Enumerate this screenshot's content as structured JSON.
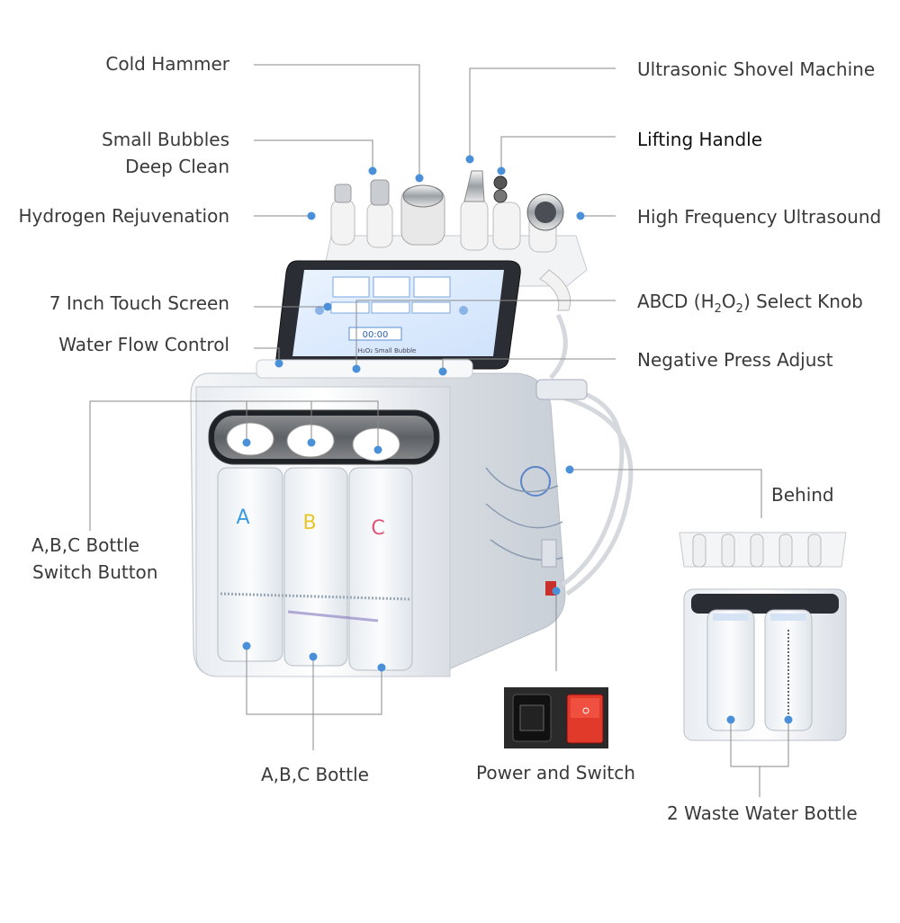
{
  "labels": {
    "cold_hammer": "Cold Hammer",
    "ultrasonic_shovel": "Ultrasonic Shovel Machine",
    "small_bubbles_1": "Small Bubbles",
    "small_bubbles_2": "Deep Clean",
    "lifting_handle": "Lifting Handle",
    "hydrogen_rejuvenation": "Hydrogen Rejuvenation",
    "high_frequency": "High Frequency Ultrasound",
    "touch_screen": "7 Inch Touch Screen",
    "abcd_knob_prefix": "ABCD (H",
    "abcd_knob_sub1": "2",
    "abcd_knob_mid": "O",
    "abcd_knob_sub2": "2",
    "abcd_knob_suffix": ") Select Knob",
    "water_flow": "Water Flow Control",
    "negative_press": "Negative Press Adjust",
    "behind": "Behind",
    "abc_switch_1": "A,B,C  Bottle",
    "abc_switch_2": "Switch Button",
    "abc_bottle": "A,B,C  Bottle",
    "power_switch": "Power and Switch",
    "waste_bottle": "2 Waste Water Bottle"
  },
  "bottles": {
    "a": "A",
    "b": "B",
    "c": "C"
  },
  "screen": {
    "timer": "00:00",
    "mode": "H₂O₂ Small Bubble"
  },
  "colors": {
    "dot": "#4a90d9",
    "line": "#8a8a8a",
    "bottle_a": "#3b9be0",
    "bottle_b": "#e8c52a",
    "bottle_c": "#e0567a",
    "switch": "#e23a2a"
  }
}
